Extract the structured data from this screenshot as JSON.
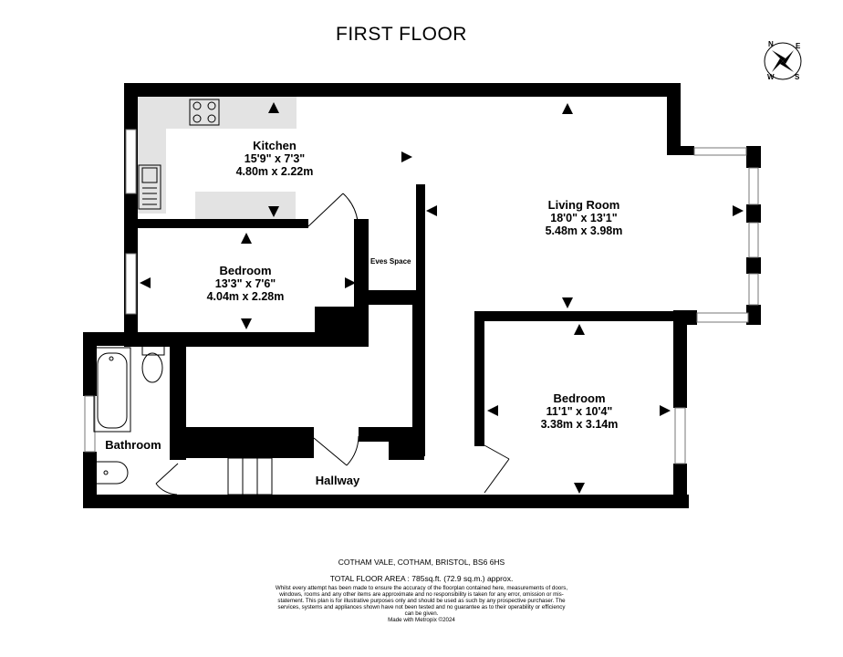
{
  "title": "FIRST FLOOR",
  "rooms": {
    "kitchen": {
      "name": "Kitchen",
      "imperial": "15'9\"  x 7'3\"",
      "metric": "4.80m  x 2.22m"
    },
    "living_room": {
      "name": "Living Room",
      "imperial": "18'0\"  x 13'1\"",
      "metric": "5.48m  x 3.98m"
    },
    "bedroom1": {
      "name": "Bedroom",
      "imperial": "13'3\"  x 7'6\"",
      "metric": "4.04m  x 2.28m"
    },
    "bedroom2": {
      "name": "Bedroom",
      "imperial": "11'1\"  x 10'4\"",
      "metric": "3.38m  x 3.14m"
    },
    "bathroom": {
      "name": "Bathroom"
    },
    "hallway": {
      "name": "Hallway"
    },
    "eves": {
      "name": "Eves Space"
    }
  },
  "footer": {
    "address": "COTHAM VALE, COTHAM, BRISTOL, BS6 6HS",
    "total_area": "TOTAL FLOOR AREA : 785sq.ft. (72.9 sq.m.) approx.",
    "disclaimer": "Whilst every attempt has been made to ensure the accuracy of the floorplan contained here, measurements of doors, windows, rooms and any other items are approximate and no responsibility is taken for any error, omission or mis-statement. This plan is for illustrative purposes only and should be used as such by any prospective purchaser. The services, systems and appliances shown have not been tested and no guarantee as to their operability or efficiency can be given.",
    "made_with": "Made with Metropix ©2024"
  },
  "compass": {
    "n": "N",
    "s": "S",
    "e": "E",
    "w": "W"
  },
  "colors": {
    "wall": "#000000",
    "fitting": "#e3e3e3",
    "window": "#ffffff"
  }
}
